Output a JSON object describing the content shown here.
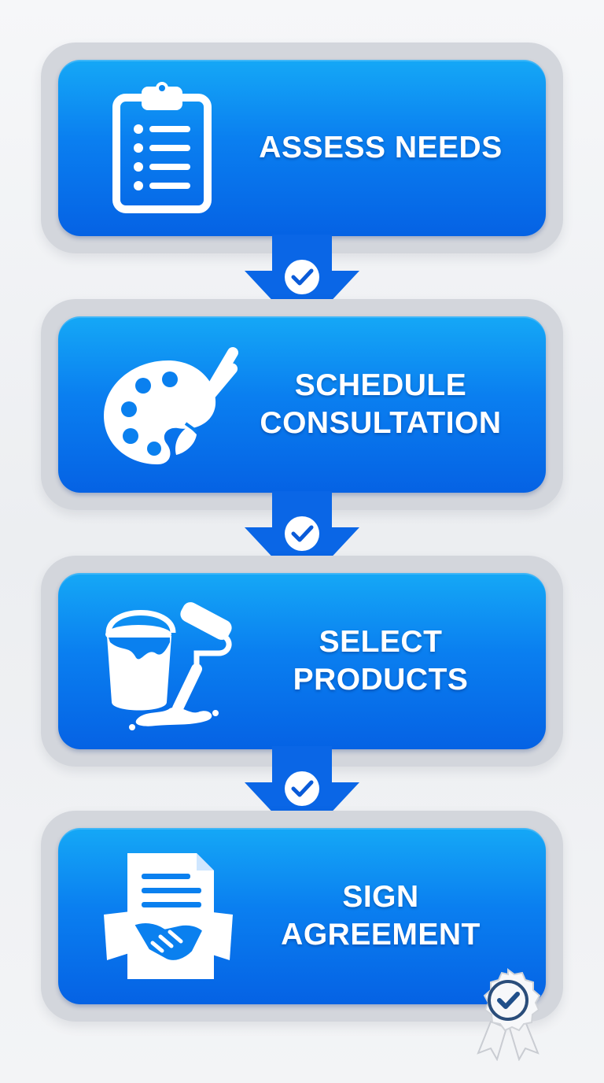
{
  "steps": [
    {
      "label": "ASSESS NEEDS",
      "icon": "clipboard-checklist-icon"
    },
    {
      "label": "SCHEDULE\nCONSULTATION",
      "icon": "paint-palette-brush-icon"
    },
    {
      "label": "SELECT\nPRODUCTS",
      "icon": "paint-bucket-roller-icon"
    },
    {
      "label": "SIGN\nAGREEMENT",
      "icon": "document-handshake-icon"
    }
  ],
  "connectors": [
    {
      "icon": "check-icon"
    },
    {
      "icon": "check-icon"
    },
    {
      "icon": "check-icon"
    }
  ],
  "badge": {
    "icon": "award-ribbon-check-icon"
  },
  "colors": {
    "card_top": "#15a8f6",
    "card_bottom": "#0562e4",
    "frame": "#d3d6dc",
    "arrow": "#0a66e6",
    "check": "#0a5bd8"
  }
}
